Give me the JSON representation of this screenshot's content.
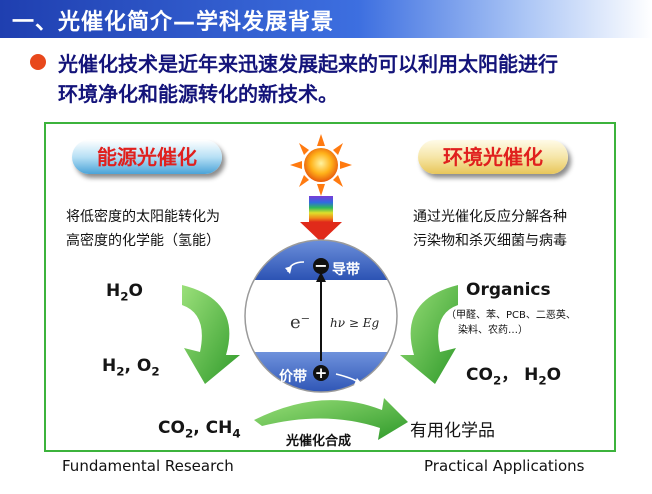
{
  "header": {
    "title": "一、光催化简介—学科发展背景"
  },
  "intro": {
    "line1": "光催化技术是近年来迅速发展起来的可以利用太阳能进行",
    "line2": "环境净化和能源转化的新技术。"
  },
  "left": {
    "pill": "能源光催化",
    "desc1": "将低密度的太阳能转化为",
    "desc2": "高密度的化学能（氢能）",
    "reactant": "H2O",
    "products": "H2, O2"
  },
  "right": {
    "pill": "环境光催化",
    "desc1": "通过光催化反应分解各种",
    "desc2": "污染物和杀灭细菌与病毒",
    "reactant": "Organics",
    "examples1": "（甲醛、苯、PCB、二恶英、",
    "examples2": "染料、农药…）",
    "products": "CO2，  H2O"
  },
  "center": {
    "conduction_band": "导带",
    "valence_band": "价带",
    "electron_label": "e⁻",
    "energy_label": "hν ≥ Eg",
    "minus_sign": "−",
    "plus_sign": "+"
  },
  "bottom": {
    "reactants": "CO2, CH4",
    "products": "有用化学品",
    "process": "光催化合成"
  },
  "footer": {
    "left": "Fundamental Research",
    "right": "Practical Applications"
  },
  "colors": {
    "title_bar": "#1f3fb0",
    "intro_text": "#14147a",
    "bullet": "#e8481c",
    "frame": "#3cb33c",
    "arrow_green": "#4bb33c",
    "band_blue": "#3a63c2",
    "pill_text": "#e0201e"
  }
}
